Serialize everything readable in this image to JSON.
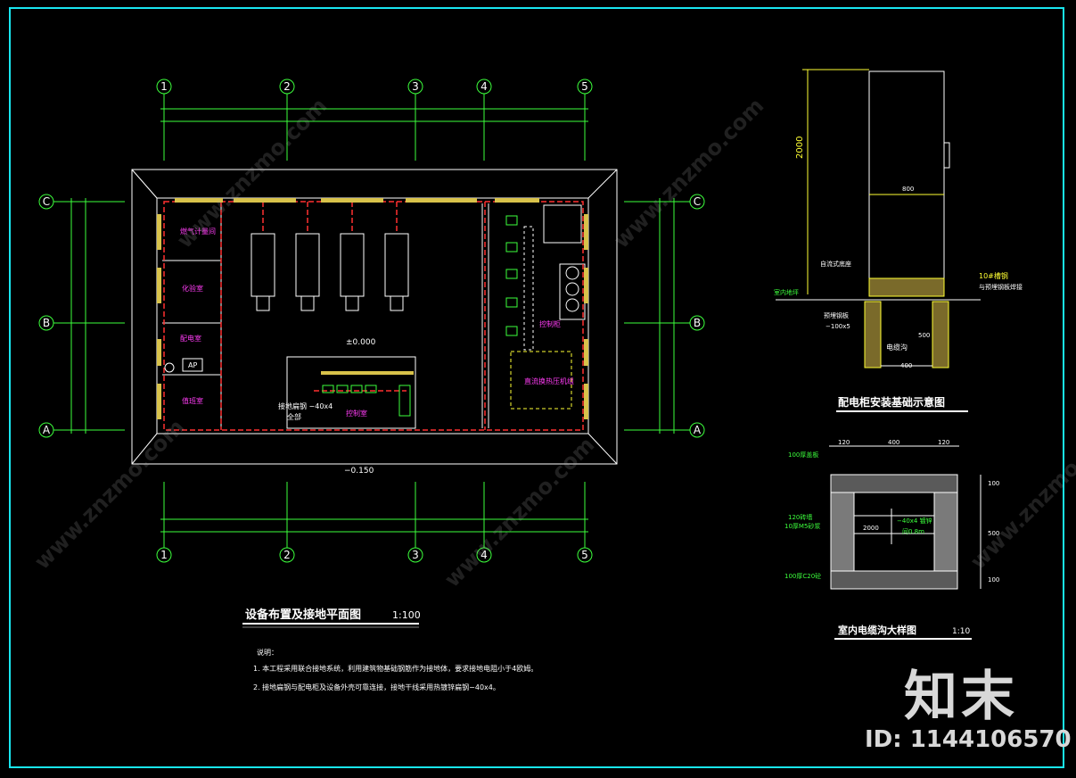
{
  "plan": {
    "title": "设备布置及接地平面图",
    "scale": "1:100",
    "grid_cols": [
      "1",
      "2",
      "3",
      "4",
      "5"
    ],
    "grid_rows": [
      "C",
      "B",
      "A"
    ],
    "level_inside": "±0.000",
    "level_outside": "−0.150",
    "rooms": {
      "gas_room": "燃气计量间",
      "ladies": "化验室",
      "duty": "配电室",
      "office": "值班室",
      "panel": "控制室",
      "control_cab": "控制柜",
      "heat_exchange": "直流换热压机组"
    },
    "ap_label": "AP",
    "ground_bar_label": "接地扁钢 −40x4",
    "ground_bar_sub": "全部"
  },
  "notes": {
    "heading": "说明：",
    "items": [
      "1. 本工程采用联合接地系统，利用建筑物基础钢筋作为接地体，要求接地电阻小于4欧姆。",
      "2. 接地扁钢与配电柜及设备外壳可靠连接，接地干线采用热镀锌扁钢−40x4。"
    ]
  },
  "cabinet": {
    "title": "配电柜安装基础示意图",
    "height_dim": "2000",
    "width_dim": "800",
    "base_label": "自流式底座",
    "channel_label": "10#槽钢",
    "channel_sub": "与预埋钢板焊接",
    "floor_label": "室内地坪",
    "plate_label": "预埋钢板",
    "plate_sub": "−100x5",
    "trench_label": "电缆沟",
    "trench_depth": "500",
    "trench_width": "400"
  },
  "trench": {
    "title": "室内电缆沟大样图",
    "scale": "1:10",
    "dims_top": [
      "120",
      "400",
      "120"
    ],
    "dims_right": [
      "100",
      "500",
      "100"
    ],
    "cover_label": "100厚盖板",
    "wall_label": "120砖墙",
    "wall_sub": "10厚M5砂浆",
    "floor_label": "100厚C20砼",
    "inner_dim": "2000",
    "bar_label": "−40x4 镀锌",
    "bar_sub": "间0.8m"
  },
  "brand": {
    "name": "知末",
    "id": "ID: 1144106570"
  },
  "watermark": "www.znzmo.com"
}
